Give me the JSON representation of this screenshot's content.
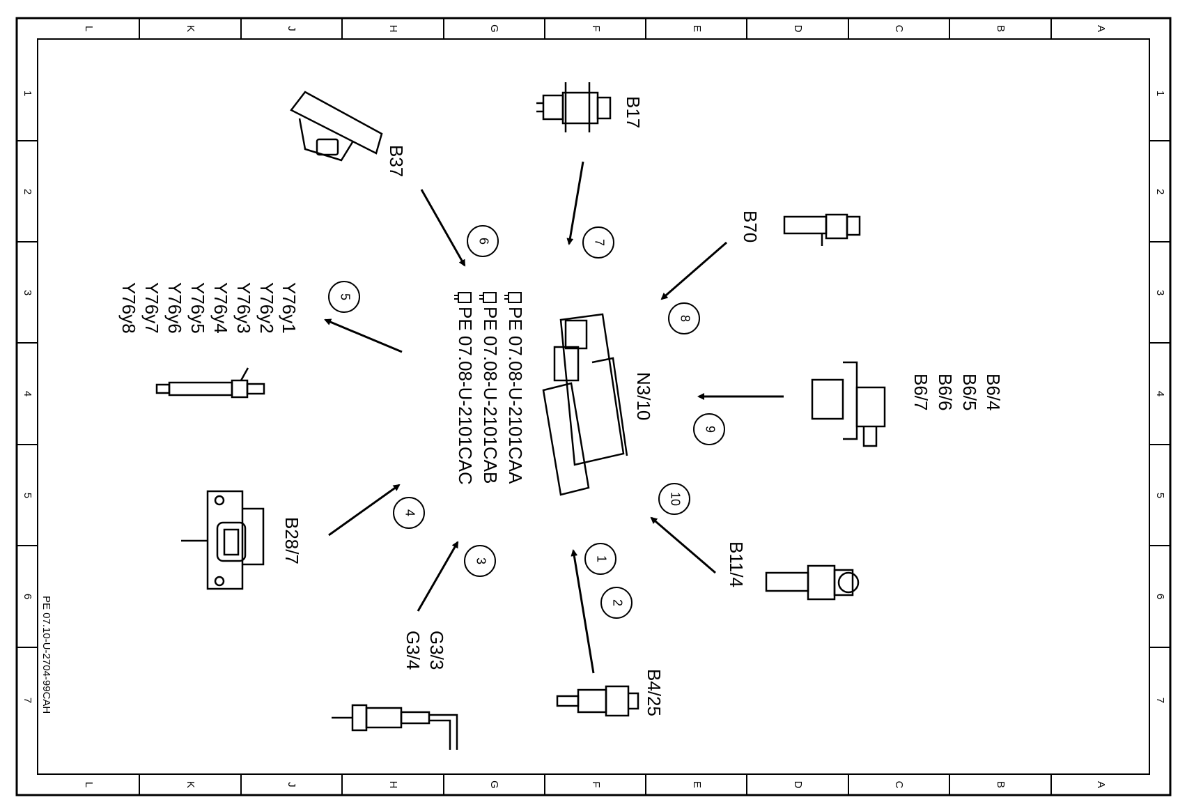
{
  "sheet": {
    "column_letters": [
      "L",
      "K",
      "J",
      "H",
      "G",
      "F",
      "E",
      "D",
      "C",
      "B",
      "A"
    ],
    "row_numbers": [
      "1",
      "2",
      "3",
      "4",
      "5",
      "6",
      "7"
    ],
    "drawing_id": "PE 07.10-U-2704-99CAH"
  },
  "center": {
    "module_label": "N3/10",
    "references": [
      "PE 07.08-U-2101CAA",
      "PE 07.08-U-2101CAB",
      "PE 07.08-U-2101CAC"
    ]
  },
  "callouts": [
    "1",
    "2",
    "3",
    "4",
    "5",
    "6",
    "7",
    "8",
    "9",
    "10"
  ],
  "components": {
    "b17": "B17",
    "b37": "B37",
    "b70": "B70",
    "y76": [
      "Y76y1",
      "Y76y2",
      "Y76y3",
      "Y76y4",
      "Y76y5",
      "Y76y6",
      "Y76y7",
      "Y76y8"
    ],
    "b6": [
      "B6/4",
      "B6/5",
      "B6/6",
      "B6/7"
    ],
    "b28_7": "B28/7",
    "b11_4": "B11/4",
    "g3": [
      "G3/3",
      "G3/4"
    ],
    "b4_25": "B4/25"
  }
}
